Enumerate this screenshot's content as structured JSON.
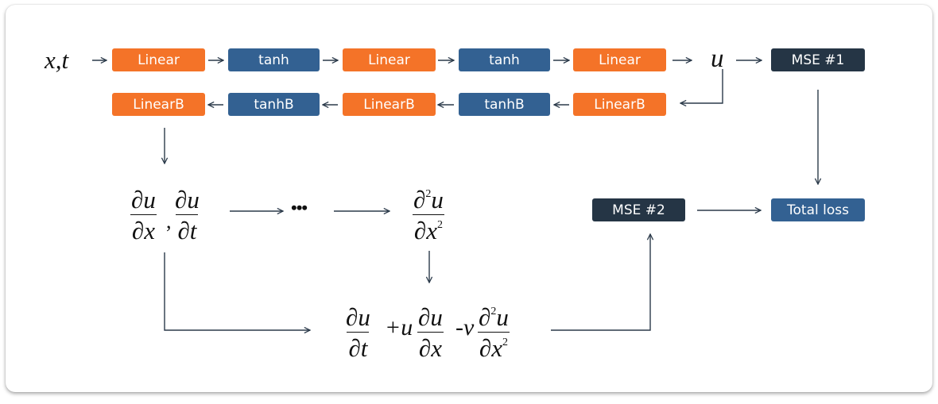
{
  "input_label": "x,t",
  "output_label": "u",
  "forward_layers": [
    "Linear",
    "tanh",
    "Linear",
    "tanh",
    "Linear"
  ],
  "backward_layers": [
    "LinearB",
    "tanhB",
    "LinearB",
    "tanhB",
    "LinearB"
  ],
  "mse1": "MSE #1",
  "mse2": "MSE #2",
  "total_loss": "Total loss",
  "first_derivatives": {
    "num": "∂u",
    "den_x": "∂x",
    "den_t": "∂t",
    "sep": ","
  },
  "ellipsis": "•••",
  "second_derivative": {
    "num_d": "∂",
    "num_sup": "2",
    "num_var": "u",
    "den_d": "∂x",
    "den_sup": "2"
  },
  "residual": {
    "t1_num": "∂u",
    "t1_den": "∂t",
    "plus_u": "+u",
    "t2_num": "∂u",
    "t2_den": "∂x",
    "minus_v": "-v",
    "t3_num_d": "∂",
    "t3_num_sup": "2",
    "t3_num_var": "u",
    "t3_den": "∂x",
    "t3_den_sup": "2"
  },
  "colors": {
    "linear": "#f47328",
    "tanh": "#336192",
    "mse": "#253545",
    "total": "#336192",
    "arrow": "#2b3a4a"
  }
}
